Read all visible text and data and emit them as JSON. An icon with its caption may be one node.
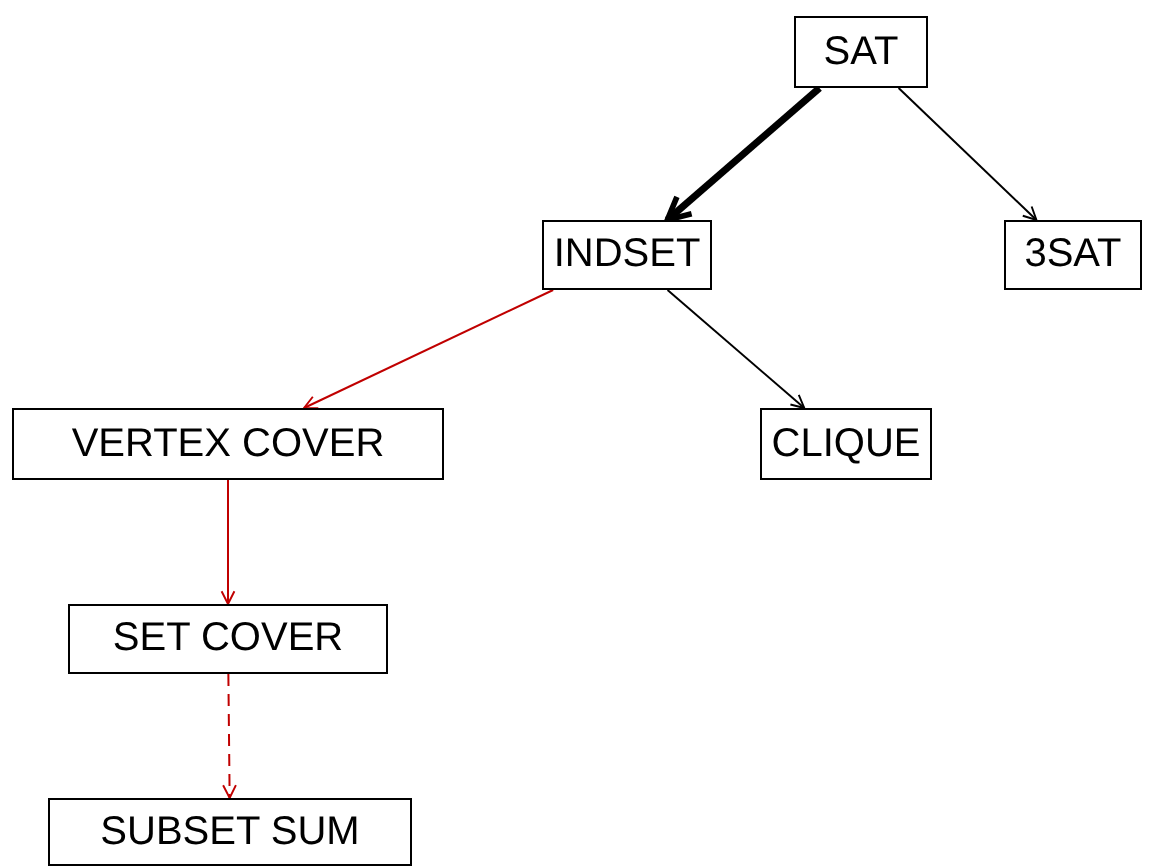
{
  "diagram": {
    "nodes": [
      {
        "text": [
          "SAT"
        ]
      },
      {
        "text": [
          "INDSET"
        ]
      },
      {
        "text": [
          "3SAT"
        ]
      },
      {
        "text": [
          "VERTEX COVER"
        ]
      },
      {
        "text": [
          "CLIQUE"
        ]
      },
      {
        "text": [
          "SET COVER"
        ]
      },
      {
        "text": [
          "SUBSET SUM"
        ]
      }
    ],
    "edges": [
      {
        "from": 0,
        "to": 1,
        "arrow": "to",
        "style": "thick"
      },
      {
        "from": 0,
        "to": 2,
        "arrow": "to"
      },
      {
        "from": 1,
        "to": 3,
        "arrow": "to",
        "color": "#c00000"
      },
      {
        "from": 1,
        "to": 4,
        "arrow": "to"
      },
      {
        "from": 3,
        "to": 5,
        "arrow": "to",
        "color": "#c00000"
      },
      {
        "from": 5,
        "to": 6,
        "arrow": "to",
        "style": "dashed",
        "color": "#c00000"
      }
    ]
  }
}
